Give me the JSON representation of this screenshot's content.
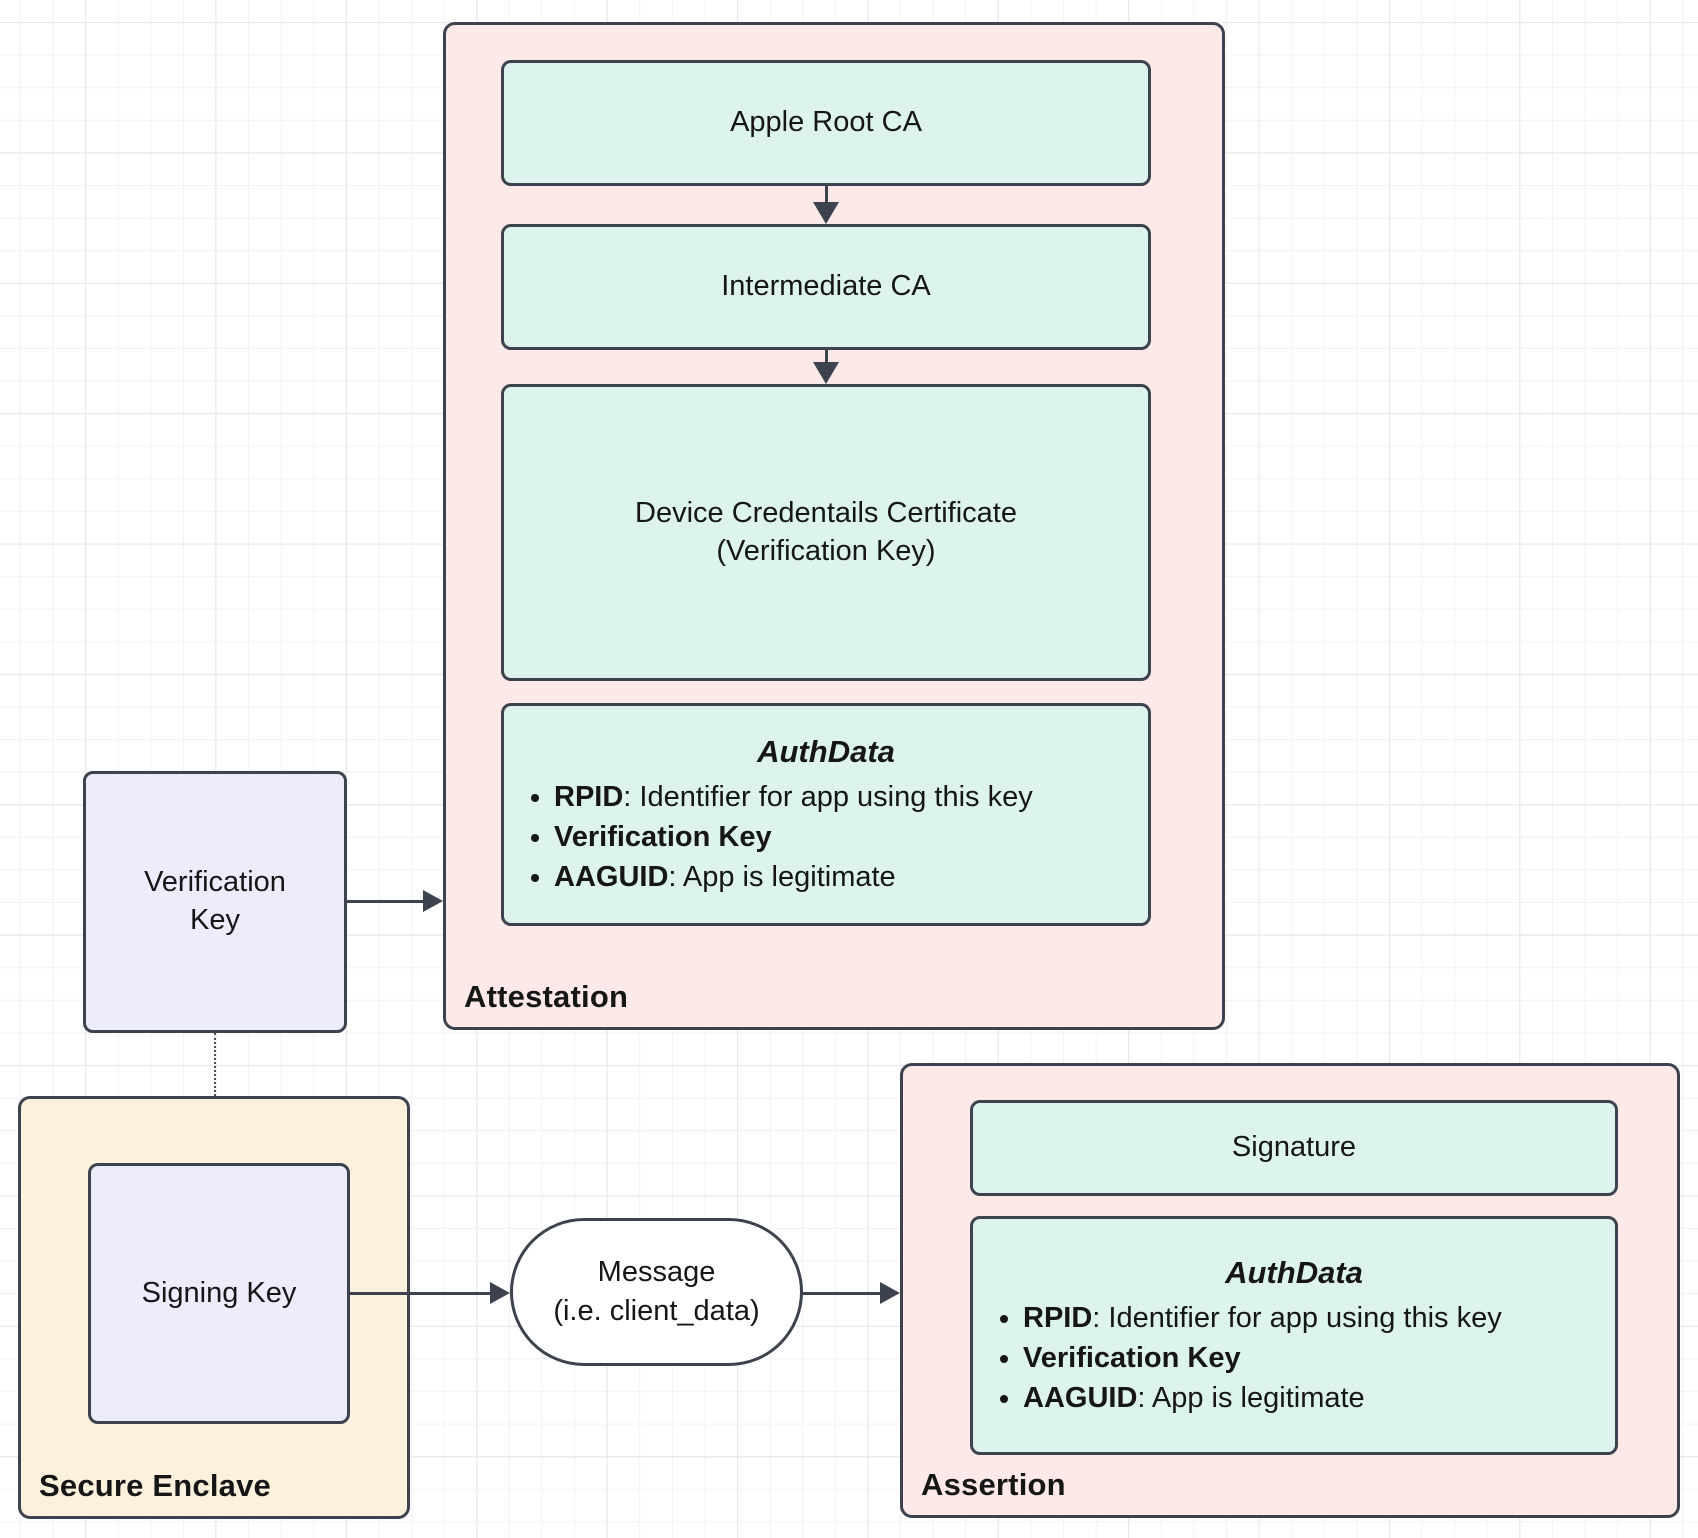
{
  "colors": {
    "pink_container": "#FCE9E8",
    "teal_node": "#DCF3EE",
    "lavender_node": "#ECECFA",
    "cream_container": "#FBF1DC",
    "pill_fill": "#FFFFFF",
    "stroke": "#3C434E"
  },
  "attestation": {
    "label": "Attestation",
    "apple_root_ca": "Apple Root CA",
    "intermediate_ca": "Intermediate CA",
    "device_cert_line1": "Device Credentails Certificate",
    "device_cert_line2": "(Verification Key)",
    "authdata": {
      "title": "AuthData",
      "bullets": [
        {
          "term": "RPID",
          "desc": ": Identifier for app using this key"
        },
        {
          "term": "Verification Key",
          "desc": ""
        },
        {
          "term": "AAGUID",
          "desc": ": App is legitimate"
        }
      ]
    }
  },
  "verification_key": {
    "line1": "Verification",
    "line2": "Key"
  },
  "secure_enclave": {
    "label": "Secure Enclave",
    "signing_key": "Signing Key"
  },
  "message_pill": {
    "line1": "Message",
    "line2": "(i.e. client_data)"
  },
  "assertion": {
    "label": "Assertion",
    "signature": "Signature",
    "authdata": {
      "title": "AuthData",
      "bullets": [
        {
          "term": "RPID",
          "desc": ": Identifier for app using this key"
        },
        {
          "term": "Verification Key",
          "desc": ""
        },
        {
          "term": "AAGUID",
          "desc": ": App is legitimate"
        }
      ]
    }
  }
}
